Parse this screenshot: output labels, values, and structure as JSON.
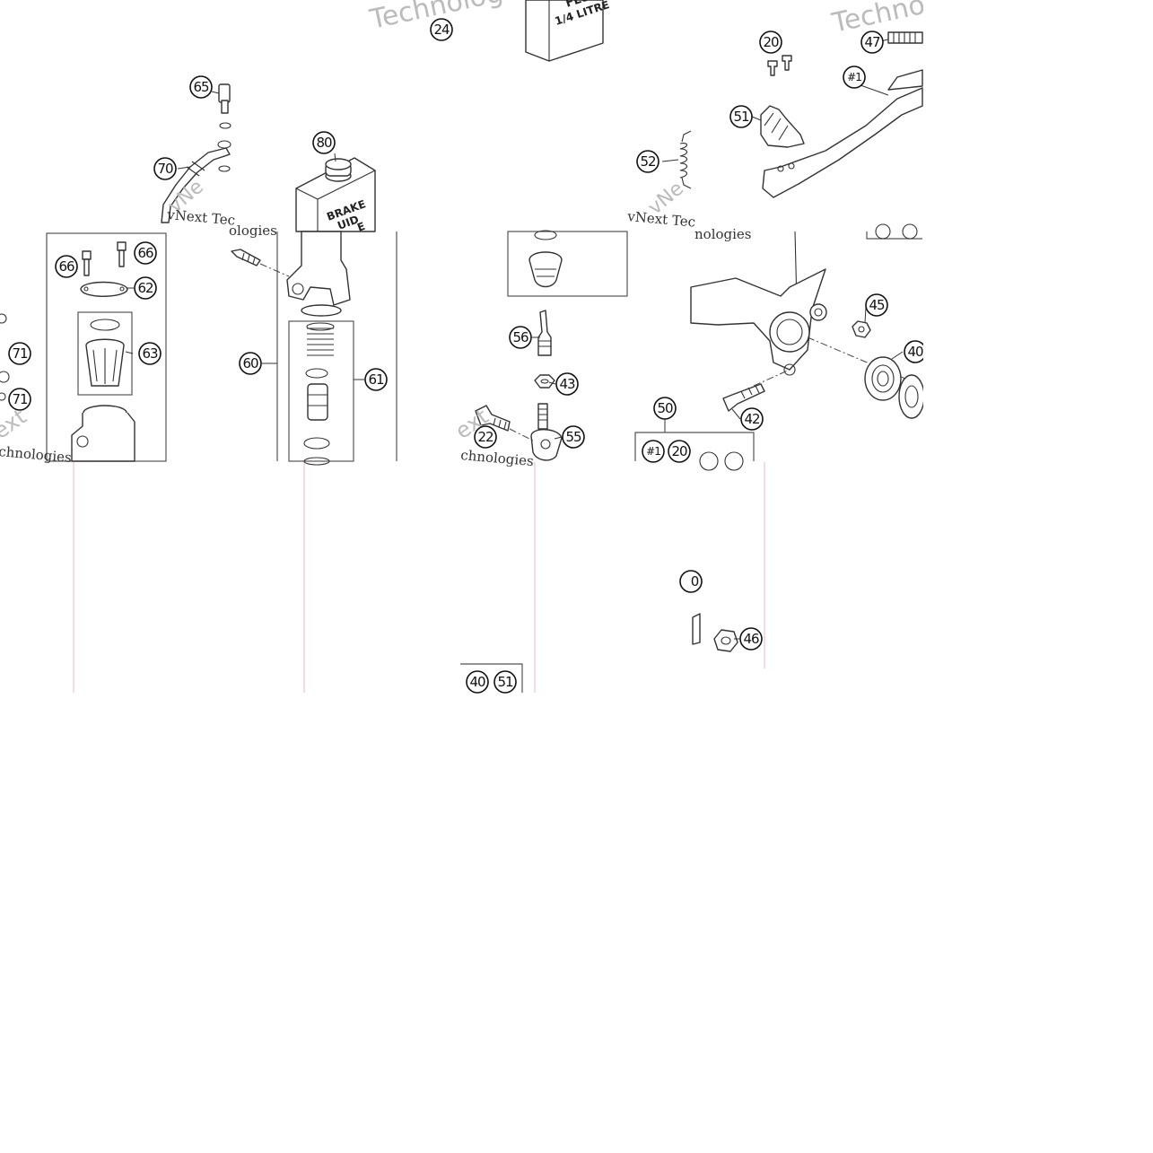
{
  "callouts": {
    "c24": "24",
    "c20a": "20",
    "c47": "47",
    "c1a": "#1",
    "c51a": "51",
    "c65": "65",
    "c80": "80",
    "c70": "70",
    "c52": "52",
    "c66a": "66",
    "c66b": "66",
    "c62": "62",
    "c63": "63",
    "c71a": "71",
    "c71b": "71",
    "c60": "60",
    "c61": "61",
    "c56": "56",
    "c43": "43",
    "c22": "22",
    "c55": "55",
    "c50": "50",
    "c1b": "#1",
    "c20b": "20",
    "c45": "45",
    "c40a": "40",
    "c42": "42",
    "c40b": "40",
    "c51b": "51",
    "c46": "46",
    "c_partial": "0"
  },
  "fluid_bottle": {
    "line1": "FLU",
    "line2": "1/4 LITRE"
  },
  "reservoir": {
    "line1": "BRAKE",
    "line2": "UID",
    "line3": "E"
  },
  "watermarks": {
    "tech": "Technologies",
    "technologies_short": "chnologies",
    "next_tec_a": "vNext Tec",
    "next_tec_b": "vNext Tec",
    "ologies_a": "ologies",
    "ologies_b": "nologies",
    "next": "ext",
    "vne": "vNe",
    "techno": "Technol"
  }
}
